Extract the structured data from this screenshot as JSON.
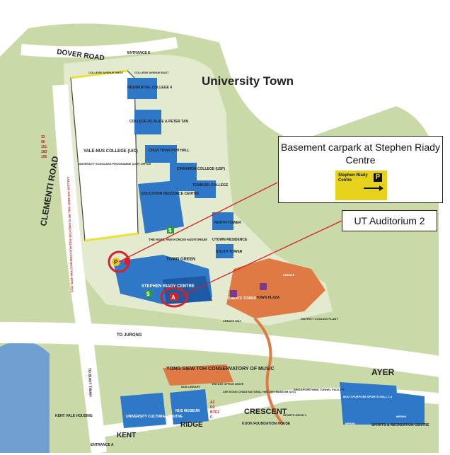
{
  "map": {
    "title": "University Town",
    "colors": {
      "ground": "#c9d9a8",
      "campus": "#e3ebcf",
      "building_blue": "#2e78c7",
      "building_orange": "#e07a45",
      "road": "#ffffff",
      "water": "#6f9fd0",
      "highlight_red": "#d6202a"
    },
    "roads": {
      "dover_road": "DOVER ROAD",
      "clementi_road": "CLEMENTI ROAD",
      "entrance_e": "ENTRANCE E",
      "entrance_a": "ENTRANCE A",
      "to_jurong": "TO JURONG",
      "to_bukit_timah": "TO BUKIT TIMAH",
      "ayer": "AYER",
      "crescent": "CRESCENT",
      "kent": "KENT",
      "ridge": "RIDGE",
      "college_ave_west": "COLLEGE AVENUE WEST",
      "college_ave_east": "COLLEGE AVENUE EAST",
      "create_way": "CREATE WAY"
    },
    "places": {
      "yale_nus": "YALE-NUS COLLEGE (U/C)",
      "rc4": "RESIDENTIAL COLLEGE 4",
      "alice_peter_tan": "COLLEGE OF ALICE & PETER TAN",
      "chua_thian_poh": "CHUA THIAN POH HALL",
      "usp_office": "UNIVERSITY SCHOLARS PROGRAMME (USP) OFFICE",
      "cinnamon": "CINNAMON COLLEGE (USP)",
      "tembusu": "TEMBUSU COLLEGE",
      "erc": "EDUCATION RESOURCE CENTRE",
      "north_tower": "NORTH TOWER",
      "utown_residence": "UTOWN RESIDENCE",
      "south_tower": "SOUTH TOWER",
      "ngee_ann": "THE NGEE ANN KONGSI AUDITORIUM",
      "town_green": "TOWN GREEN",
      "stephen_riady": "STEPHEN RIADY CENTRE",
      "create_tower": "CREATE TOWER",
      "town_plaza": "TOWN PLAZA",
      "create": "CREATE",
      "district_cooling": "DISTRICT COOLING PLANT",
      "ystcm": "YONG SIEW TOH CONSERVATORY OF MUSIC",
      "nus_museum": "NUS MUSEUM",
      "lee_kong_chian": "LEE KONG CHIAN NATURAL HISTORY MUSEUM (U/C)",
      "university_cultural_centre": "UNIVERSITY CULTURAL CENTRE",
      "kuok_foundation": "KUOK FOUNDATION HOUSE",
      "kent_vale": "KENT VALE HOUSING",
      "wind_tunnel": "SINGAPORE WIND TUNNEL FACILITY",
      "sports_hall": "MULTI-PURPOSE SPORTS HALL 1-4",
      "src": "SPORTS & RECREATION CENTRE",
      "estate_office": "ESTATE OFFICE DRIVE",
      "sports_drive": "SPORTS DRIVE 2",
      "mpsh5": "MPSH5",
      "mpsh6": "MPSH6",
      "nus_library": "NUS LIBRARY"
    },
    "closure_note": "COLLEGE AVE WEST WILL BE CLOSED FOR YALE-NUS CONSTRUCTION UNTIL 2015",
    "bus_routes": [
      "33",
      "96",
      "151",
      "183",
      "196"
    ],
    "bus_routes_2": [
      "A2",
      "D2",
      "BTC2",
      "C"
    ],
    "icons": [
      "parking-icon",
      "info-icon",
      "dollar-icon",
      "restaurant-icon",
      "auditorium-icon"
    ]
  },
  "callouts": {
    "carpark": {
      "text": "Basement carpark at Stephen Riady Centre",
      "sign_text": "Stephen Riady Centre",
      "sign_letter": "P"
    },
    "ut": {
      "text": "UT Auditorium 2"
    }
  },
  "markers": {
    "parking_letter": "P",
    "auditorium_letter": "A"
  }
}
